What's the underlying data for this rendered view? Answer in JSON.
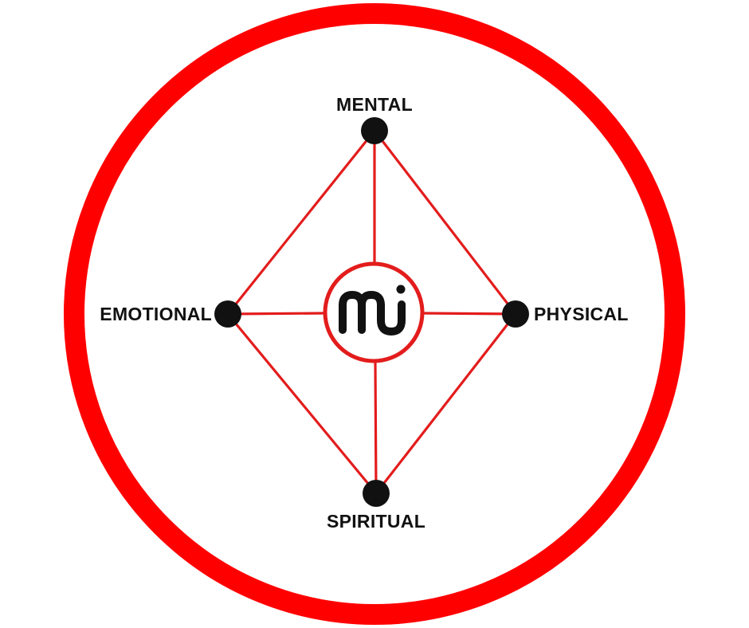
{
  "diagram": {
    "nodes": {
      "top": "MENTAL",
      "left": "EMOTIONAL",
      "right": "PHYSICAL",
      "bottom": "SPIRITUAL"
    },
    "logo_text": "mj"
  },
  "colors": {
    "ring": "#ff0000",
    "lines": "#e31c1c",
    "nodes": "#111111",
    "logo": "#111111",
    "background": "#ffffff"
  },
  "icons": {
    "logo": "mj-monogram-icon",
    "node": "filled-circle-icon"
  }
}
